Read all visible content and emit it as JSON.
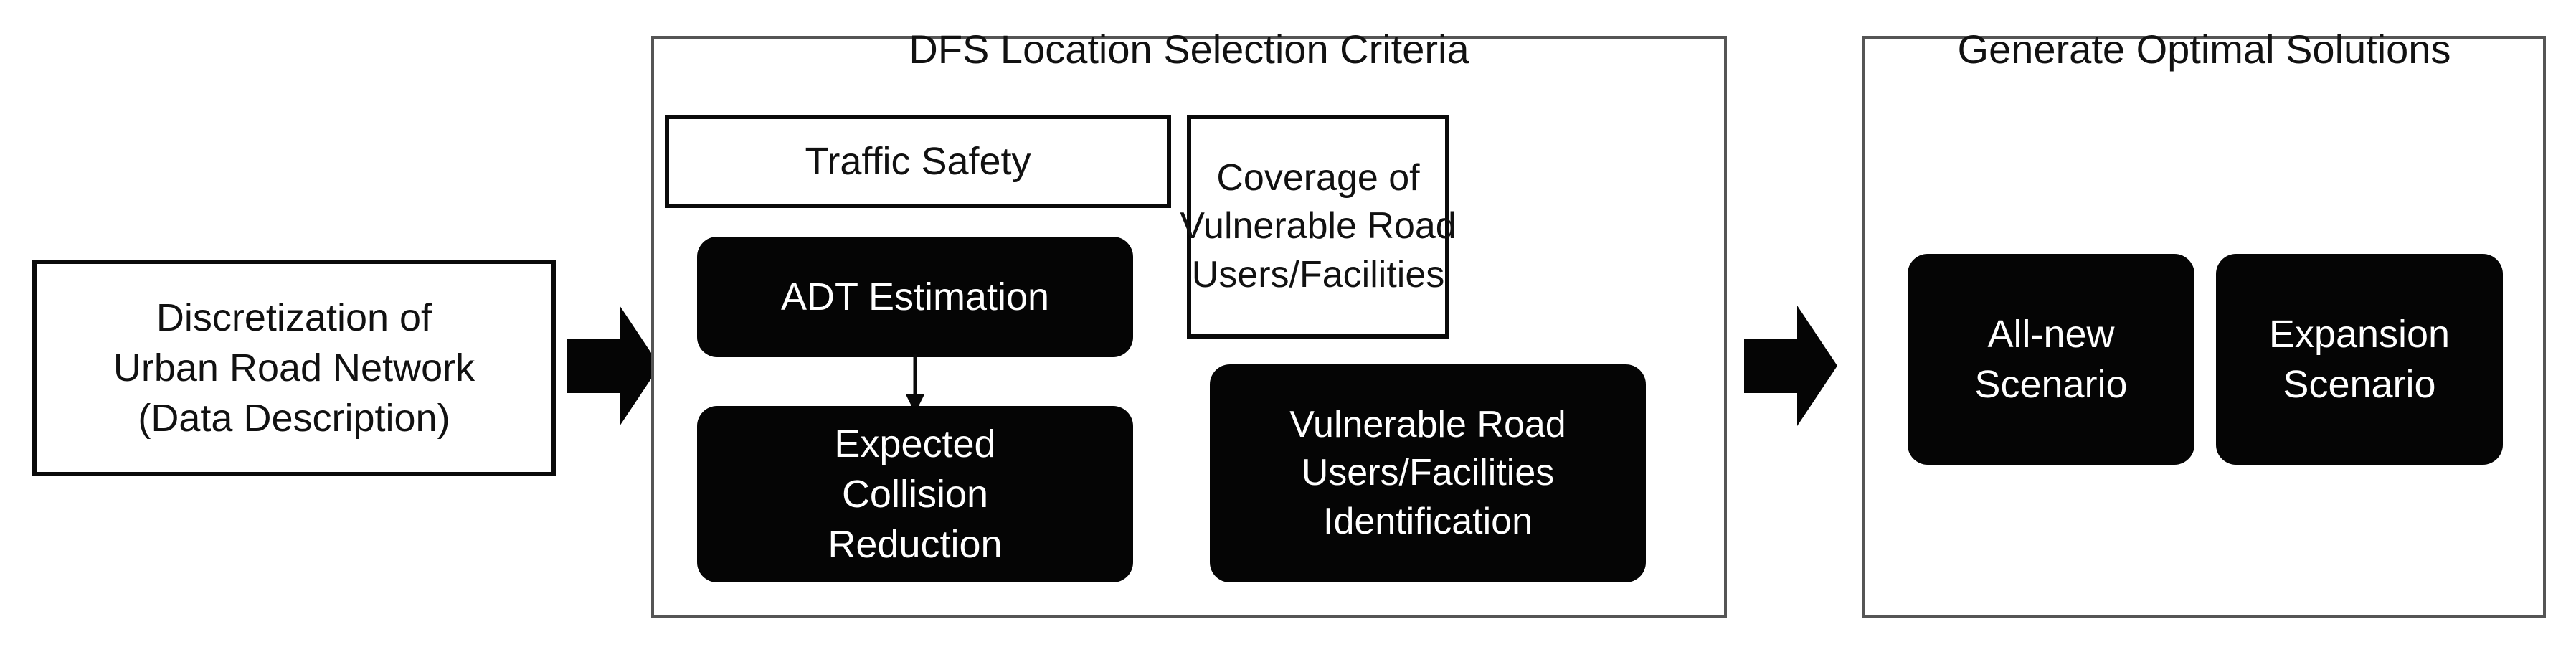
{
  "diagram": {
    "title": "DFS Location Selection Methodology Flowchart",
    "colors": {
      "background": "#ffffff",
      "outline": "#0a0a0a",
      "panel_border": "#555555",
      "filled_box": "#050505",
      "filled_box_text": "#ffffff",
      "text": "#111111"
    }
  },
  "steps": {
    "step1": {
      "name": "discretization",
      "label": "Discretization of Urban Road Network (Data Description)",
      "line1": "Discretization of",
      "line2": "Urban Road Network",
      "line3": "(Data Description)",
      "style": "outlined"
    },
    "step2": {
      "name": "dfs-location-selection-criteria",
      "title": "DFS Location Selection Criteria",
      "children": [
        {
          "name": "traffic-safety",
          "label": "Traffic Safety",
          "style": "outlined"
        },
        {
          "name": "adt-estimation",
          "label": "ADT Estimation",
          "style": "filled"
        },
        {
          "name": "expected-collision-reduction",
          "label": "Expected Collision Reduction",
          "line1": "Expected",
          "line2": "Collision",
          "line3": "Reduction",
          "style": "filled"
        },
        {
          "name": "coverage-of-vulnerable-road-users-facilities",
          "label": "Coverage of Vulnerable Road Users/Facilities",
          "line1": "Coverage of",
          "line2": "Vulnerable Road",
          "line3": "Users/Facilities",
          "style": "outlined"
        },
        {
          "name": "vulnerable-road-users-facilities-identification",
          "label": "Vulnerable Road Users/Facilities Identification",
          "line1": "Vulnerable Road",
          "line2": "Users/Facilities",
          "line3": "Identification",
          "style": "filled"
        }
      ]
    },
    "step3": {
      "name": "generate-optimal-solutions",
      "title": "Generate Optimal Solutions",
      "children": [
        {
          "name": "all-new-scenario",
          "label": "All-new Scenario",
          "line1": "All-new",
          "line2": "Scenario",
          "style": "filled"
        },
        {
          "name": "expansion-scenario",
          "label": "Expansion Scenario",
          "line1": "Expansion",
          "line2": "Scenario",
          "style": "filled"
        }
      ]
    }
  },
  "connectors": [
    {
      "name": "arrow-step1-to-step2",
      "type": "block-arrow",
      "direction": "right",
      "from": "discretization",
      "to": "dfs-location-selection-criteria"
    },
    {
      "name": "arrow-adt-to-expected-collision-reduction",
      "type": "thin-arrow",
      "direction": "down",
      "from": "adt-estimation",
      "to": "expected-collision-reduction"
    },
    {
      "name": "arrow-step2-to-step3",
      "type": "block-arrow",
      "direction": "right",
      "from": "dfs-location-selection-criteria",
      "to": "generate-optimal-solutions"
    }
  ]
}
